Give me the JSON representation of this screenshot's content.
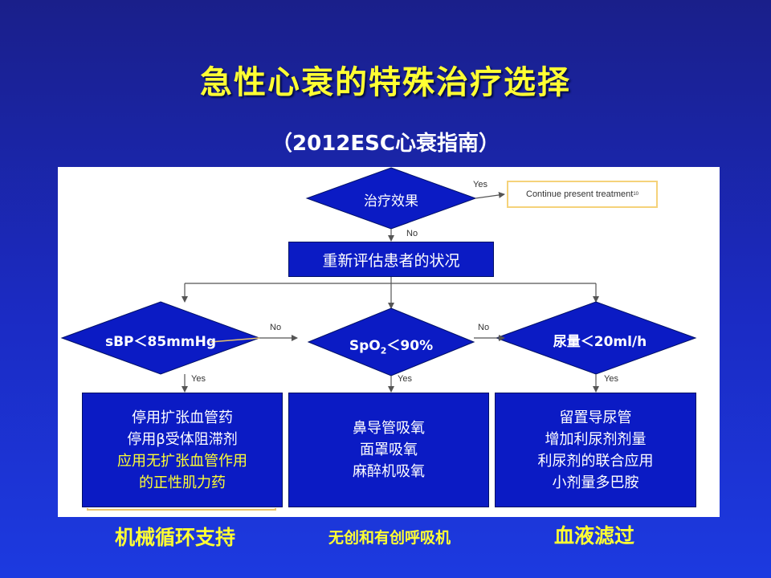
{
  "title": "急性心衰的特殊治疗选择",
  "subtitle": "（2012ESC心衰指南）",
  "flow": {
    "effect_decision": "治疗效果",
    "yes_label": "Yes",
    "no_label": "No",
    "continue_text": "Continue present treatment",
    "continue_ref": "10",
    "reassess": "重新评估患者的状况",
    "decisions": {
      "sbp": "sBP＜85mmHg",
      "spo2_prefix": "SpO",
      "spo2_sub": "2",
      "spo2_suffix": "＜90%",
      "urine": "尿量＜20ml/h"
    },
    "actions": {
      "sbp": [
        "停用扩张血管药",
        "停用β受体阻滞剂",
        "应用无扩张血管作用",
        "的正性肌力药"
      ],
      "spo2": [
        "鼻导管吸氧",
        "面罩吸氧",
        "麻醉机吸氧"
      ],
      "urine": [
        "留置导尿管",
        "增加利尿剂剂量",
        "利尿剂的联合应用",
        "小剂量多巴胺"
      ]
    }
  },
  "bottom": {
    "left": "机械循环支持",
    "middle": "无创和有创呼吸机",
    "right": "血液滤过"
  }
}
